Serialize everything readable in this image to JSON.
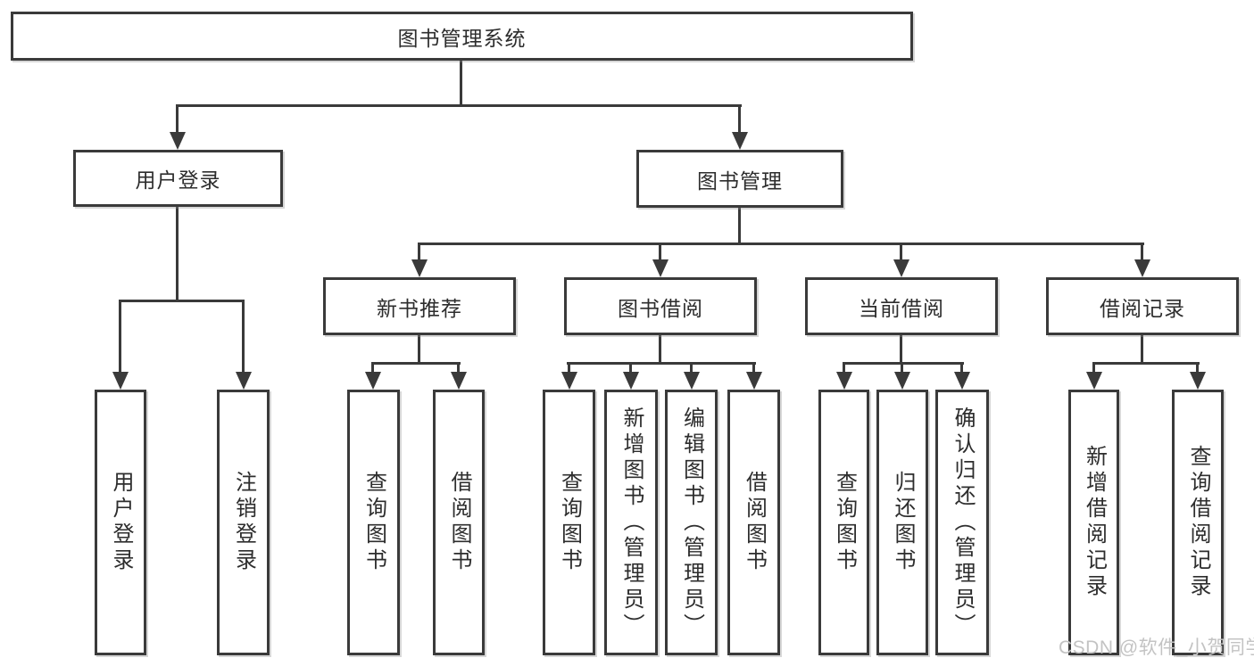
{
  "diagram": {
    "root": {
      "label": "图书管理系统"
    },
    "branches": [
      {
        "label": "用户登录",
        "children": [
          {
            "label": "用户登录"
          },
          {
            "label": "注销登录"
          }
        ]
      },
      {
        "label": "图书管理",
        "children": [
          {
            "label": "新书推荐",
            "children": [
              {
                "label": "查询图书"
              },
              {
                "label": "借阅图书"
              }
            ]
          },
          {
            "label": "图书借阅",
            "children": [
              {
                "label": "查询图书"
              },
              {
                "label": "新增图书（管理员）"
              },
              {
                "label": "编辑图书（管理员）"
              },
              {
                "label": "借阅图书"
              }
            ]
          },
          {
            "label": "当前借阅",
            "children": [
              {
                "label": "查询图书"
              },
              {
                "label": "归还图书"
              },
              {
                "label": "确认归还（管理员）"
              }
            ]
          },
          {
            "label": "借阅记录",
            "children": [
              {
                "label": "新增借阅记录"
              },
              {
                "label": "查询借阅记录"
              }
            ]
          }
        ]
      }
    ]
  },
  "watermark": {
    "text": "CSDN @软件_小贺同学"
  },
  "colors": {
    "line": "#3a3a3a",
    "text": "#2d2d2d",
    "watermark": "#c3c3c3",
    "background": "#ffffff"
  }
}
